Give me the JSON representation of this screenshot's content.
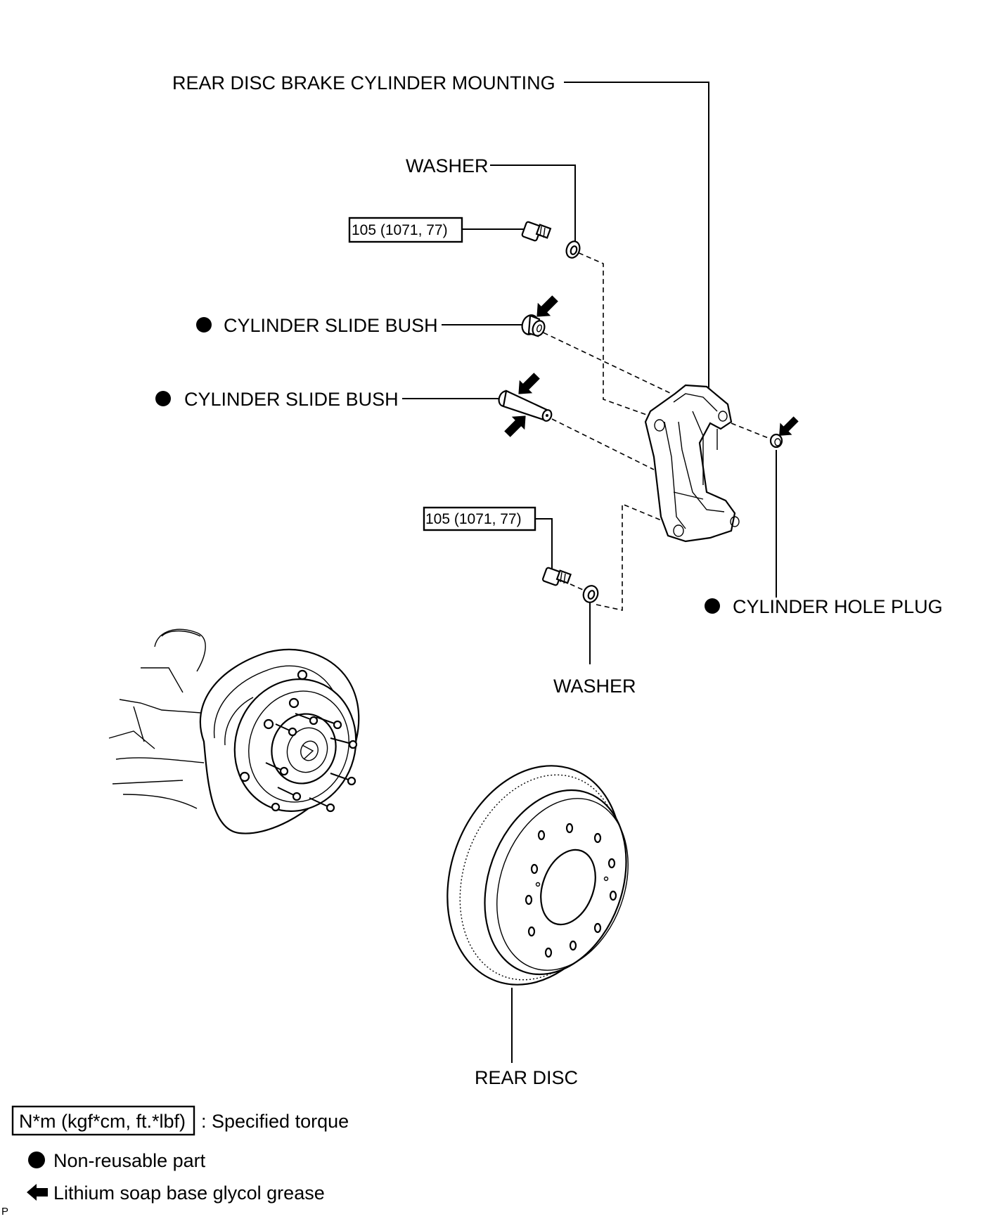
{
  "labels": {
    "mounting": "REAR DISC BRAKE CYLINDER MOUNTING",
    "washer_top": "WASHER",
    "torque_top": "105 (1071, 77)",
    "bush_1": "CYLINDER SLIDE BUSH",
    "bush_2": "CYLINDER SLIDE BUSH",
    "torque_bottom": "105 (1071, 77)",
    "hole_plug": "CYLINDER HOLE PLUG",
    "washer_bottom": "WASHER",
    "rear_disc": "REAR DISC"
  },
  "legend": {
    "torque_box": "N*m (kgf*cm, ft.*lbf)",
    "torque_text": ": Specified torque",
    "non_reusable": "Non-reusable part",
    "grease": "Lithium soap base glycol grease"
  },
  "corner_mark": "P",
  "icons": {
    "non_reusable_marker": "filled-circle-icon",
    "grease_marker": "arrow-icon"
  }
}
